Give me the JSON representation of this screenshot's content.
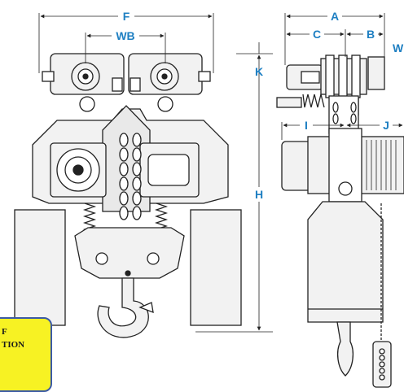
{
  "dimensions": {
    "F": "F",
    "WB": "WB",
    "A": "A",
    "B": "B",
    "C": "C",
    "W": "W",
    "K": "K",
    "H": "H",
    "I": "I",
    "J": "J"
  },
  "note": {
    "line1": "F",
    "line2": "TION"
  },
  "colors": {
    "dimension": "#1e7fc2",
    "note_bg": "#f7f223",
    "note_border": "#3b5aa6",
    "outline": "#222222",
    "fill_light": "#f2f2f2"
  }
}
